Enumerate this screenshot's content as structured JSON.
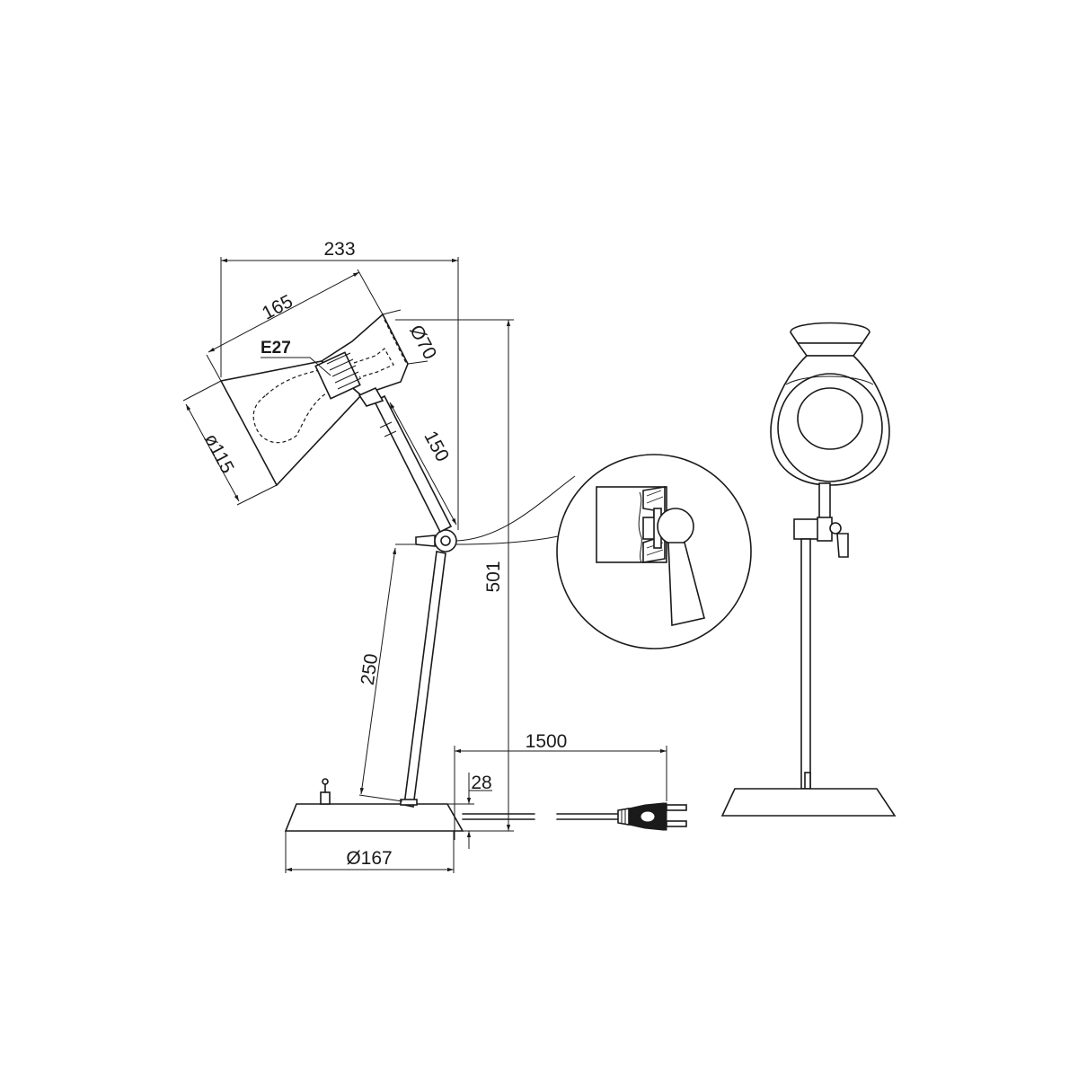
{
  "dimensions": {
    "head_span": "233",
    "shade_length": "165",
    "socket_type": "E27",
    "shade_top_diameter": "Ø70",
    "shade_bottom_diameter": "ø115",
    "upper_arm": "150",
    "total_height": "501",
    "lower_arm": "250",
    "cable_length": "1500",
    "base_height": "28",
    "base_diameter": "Ø167"
  }
}
